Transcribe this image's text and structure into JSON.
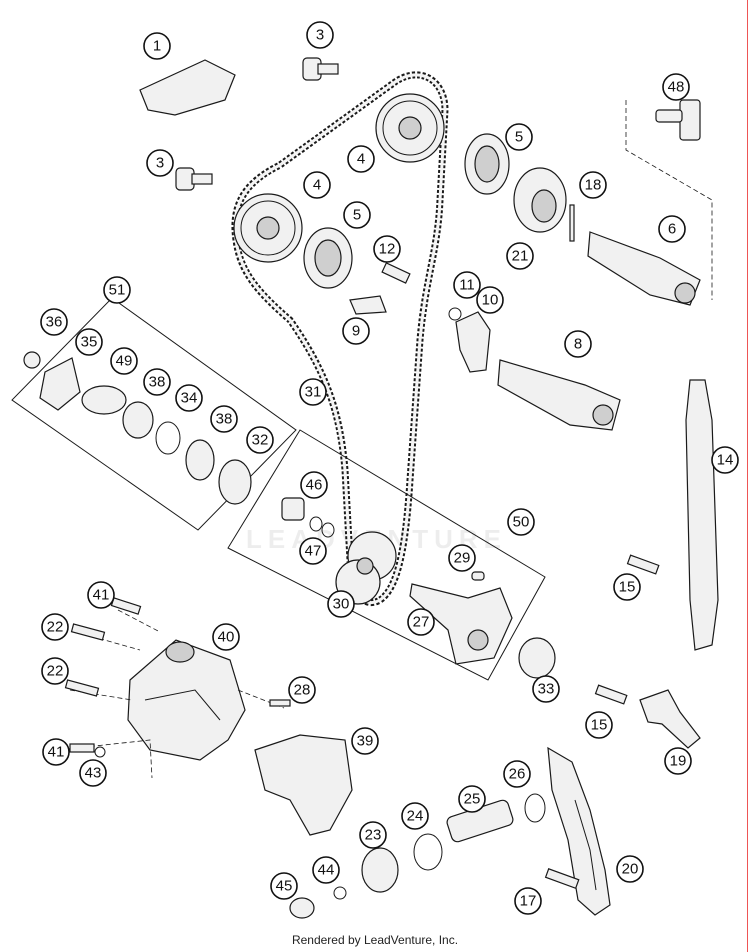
{
  "callouts": {
    "c1": "1",
    "c3a": "3",
    "c3b": "3",
    "c4a": "4",
    "c4b": "4",
    "c5a": "5",
    "c5b": "5",
    "c6": "6",
    "c8": "8",
    "c9": "9",
    "c10": "10",
    "c11": "11",
    "c12": "12",
    "c14": "14",
    "c15a": "15",
    "c15b": "15",
    "c17": "17",
    "c18": "18",
    "c19": "19",
    "c20": "20",
    "c21": "21",
    "c22a": "22",
    "c22b": "22",
    "c23": "23",
    "c24": "24",
    "c25": "25",
    "c26": "26",
    "c27": "27",
    "c28": "28",
    "c29": "29",
    "c30": "30",
    "c31": "31",
    "c32": "32",
    "c33": "33",
    "c34": "34",
    "c35": "35",
    "c36": "36",
    "c38a": "38",
    "c38b": "38",
    "c39": "39",
    "c40": "40",
    "c41a": "41",
    "c41b": "41",
    "c43": "43",
    "c44": "44",
    "c45": "45",
    "c46": "46",
    "c47": "47",
    "c48": "48",
    "c49": "49",
    "c50": "50",
    "c51": "51"
  },
  "watermark": "LEADVENTURE",
  "footer": "Rendered by LeadVenture, Inc."
}
